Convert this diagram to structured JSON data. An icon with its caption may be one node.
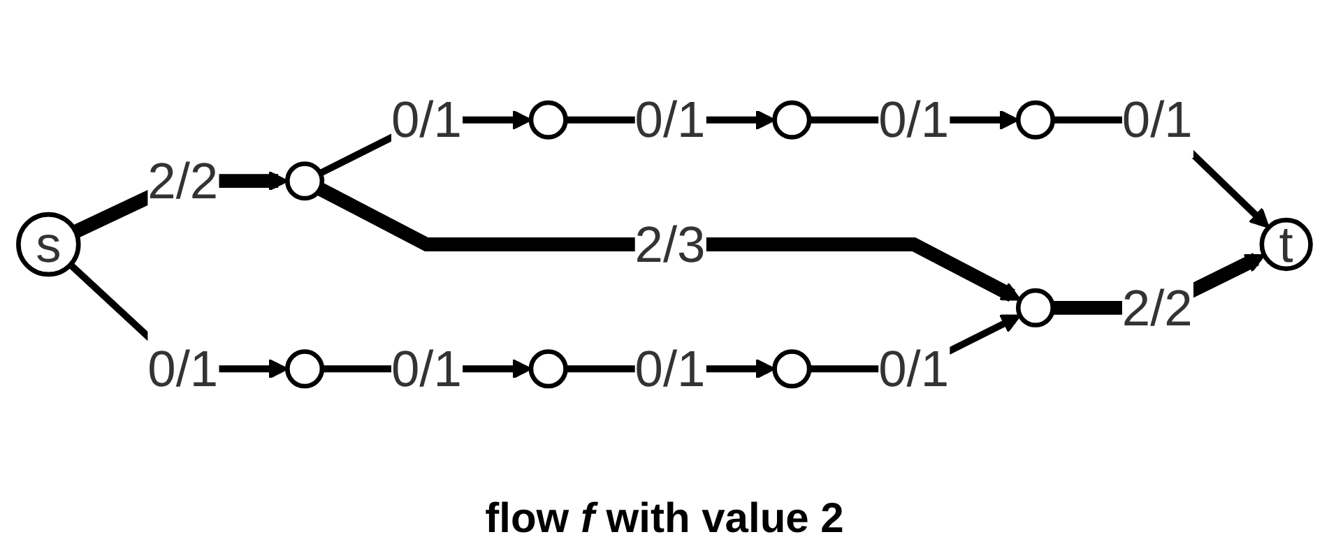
{
  "diagram": {
    "caption": "flow *f* with value 2",
    "nodes": [
      {
        "text": [
          "s"
        ]
      },
      {
        "text": [],
        "shape": "circle"
      },
      {
        "text": [],
        "shape": "circle"
      },
      {
        "text": [],
        "shape": "circle"
      },
      {
        "text": [],
        "shape": "circle"
      },
      {
        "text": [
          "t"
        ]
      },
      {
        "text": [],
        "shape": "circle"
      },
      {
        "text": [],
        "shape": "circle"
      },
      {
        "text": [],
        "shape": "circle"
      },
      {
        "text": [],
        "shape": "circle"
      }
    ],
    "edges": [
      {
        "from": 0,
        "to": 1,
        "arrow": "to",
        "label": "2/2",
        "style": "thick"
      },
      {
        "from": 1,
        "to": 2,
        "arrow": "to",
        "label": "0/1"
      },
      {
        "from": 2,
        "to": 3,
        "arrow": "to",
        "label": "0/1"
      },
      {
        "from": 3,
        "to": 4,
        "arrow": "to",
        "label": "0/1"
      },
      {
        "from": 4,
        "to": 5,
        "arrow": "to",
        "label": "0/1"
      },
      {
        "from": 1,
        "to": 9,
        "arrow": "to",
        "label": "2/3",
        "style": "thick"
      },
      {
        "from": 0,
        "to": 6,
        "arrow": "to",
        "label": "0/1"
      },
      {
        "from": 6,
        "to": 7,
        "arrow": "to",
        "label": "0/1"
      },
      {
        "from": 7,
        "to": 8,
        "arrow": "to",
        "label": "0/1"
      },
      {
        "from": 8,
        "to": 9,
        "arrow": "to",
        "label": "0/1"
      },
      {
        "from": 9,
        "to": 5,
        "arrow": "to",
        "label": "2/2",
        "style": "thick"
      }
    ]
  }
}
